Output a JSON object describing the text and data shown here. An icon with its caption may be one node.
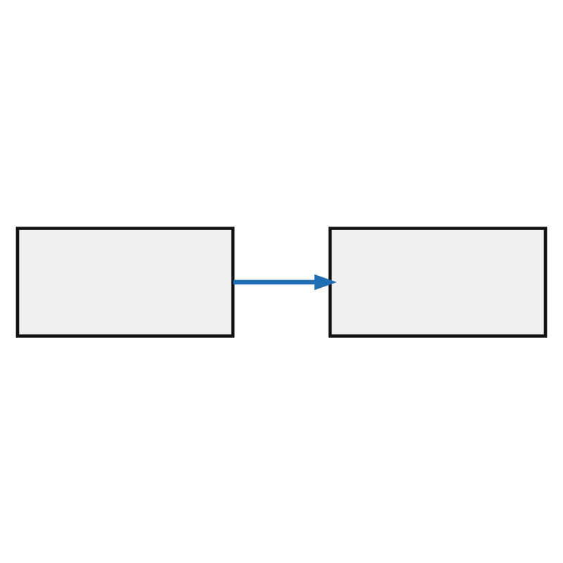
{
  "diagram": {
    "nodes": [
      {
        "text": [],
        "shape": "box"
      },
      {
        "text": [],
        "shape": "box"
      }
    ],
    "edges": [
      {
        "from": 0,
        "to": 1,
        "arrow": "to",
        "color": "#1f6db3"
      }
    ]
  }
}
